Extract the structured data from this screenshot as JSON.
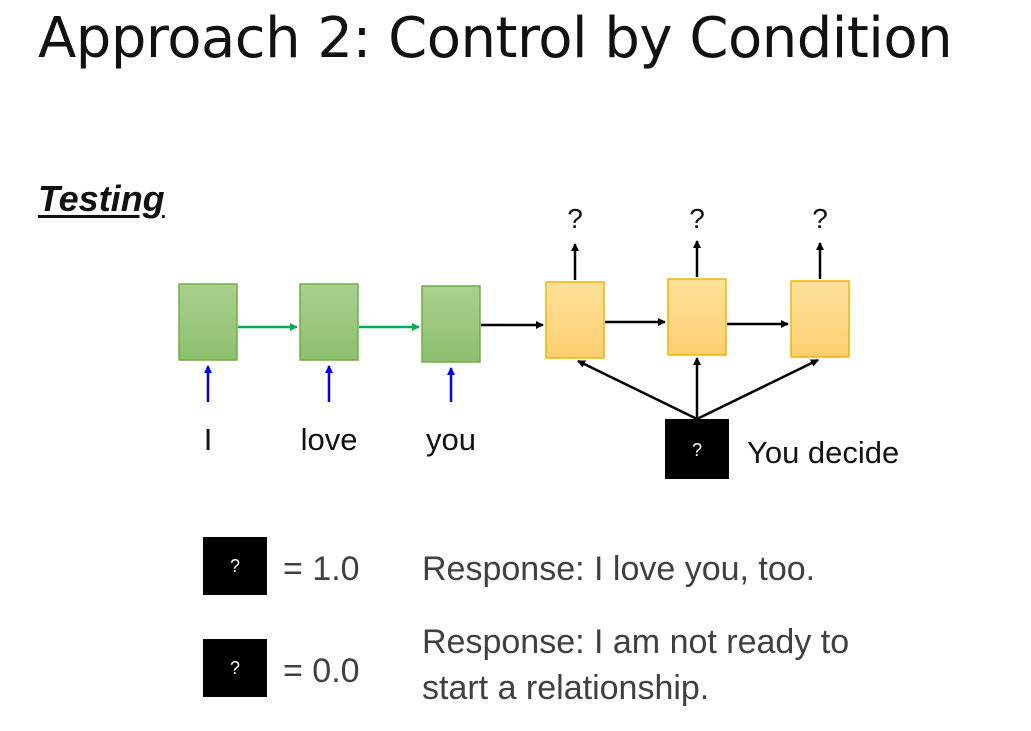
{
  "slide": {
    "title": "Approach 2: Control by Condition",
    "section_label": "Testing"
  },
  "diagram": {
    "encoder_inputs": [
      "I",
      "love",
      "you"
    ],
    "decoder_outputs": [
      "?",
      "?",
      "?"
    ],
    "condition_symbol": "?",
    "condition_label": "You decide",
    "colors": {
      "encoder_fill": "#a8d08d",
      "encoder_border": "#70ad47",
      "decoder_fill": "#ffd98a",
      "decoder_border": "#f2b400",
      "encoder_arrow": "#00b050",
      "input_arrow": "#0000ff",
      "condition_box": "#000000"
    }
  },
  "examples": [
    {
      "condition_symbol": "?",
      "value": "= 1.0",
      "response_line1": "Response: I love you, too.",
      "response_line2": ""
    },
    {
      "condition_symbol": "?",
      "value": "= 0.0",
      "response_line1": "Response: I am not ready to",
      "response_line2": "start a relationship."
    }
  ]
}
